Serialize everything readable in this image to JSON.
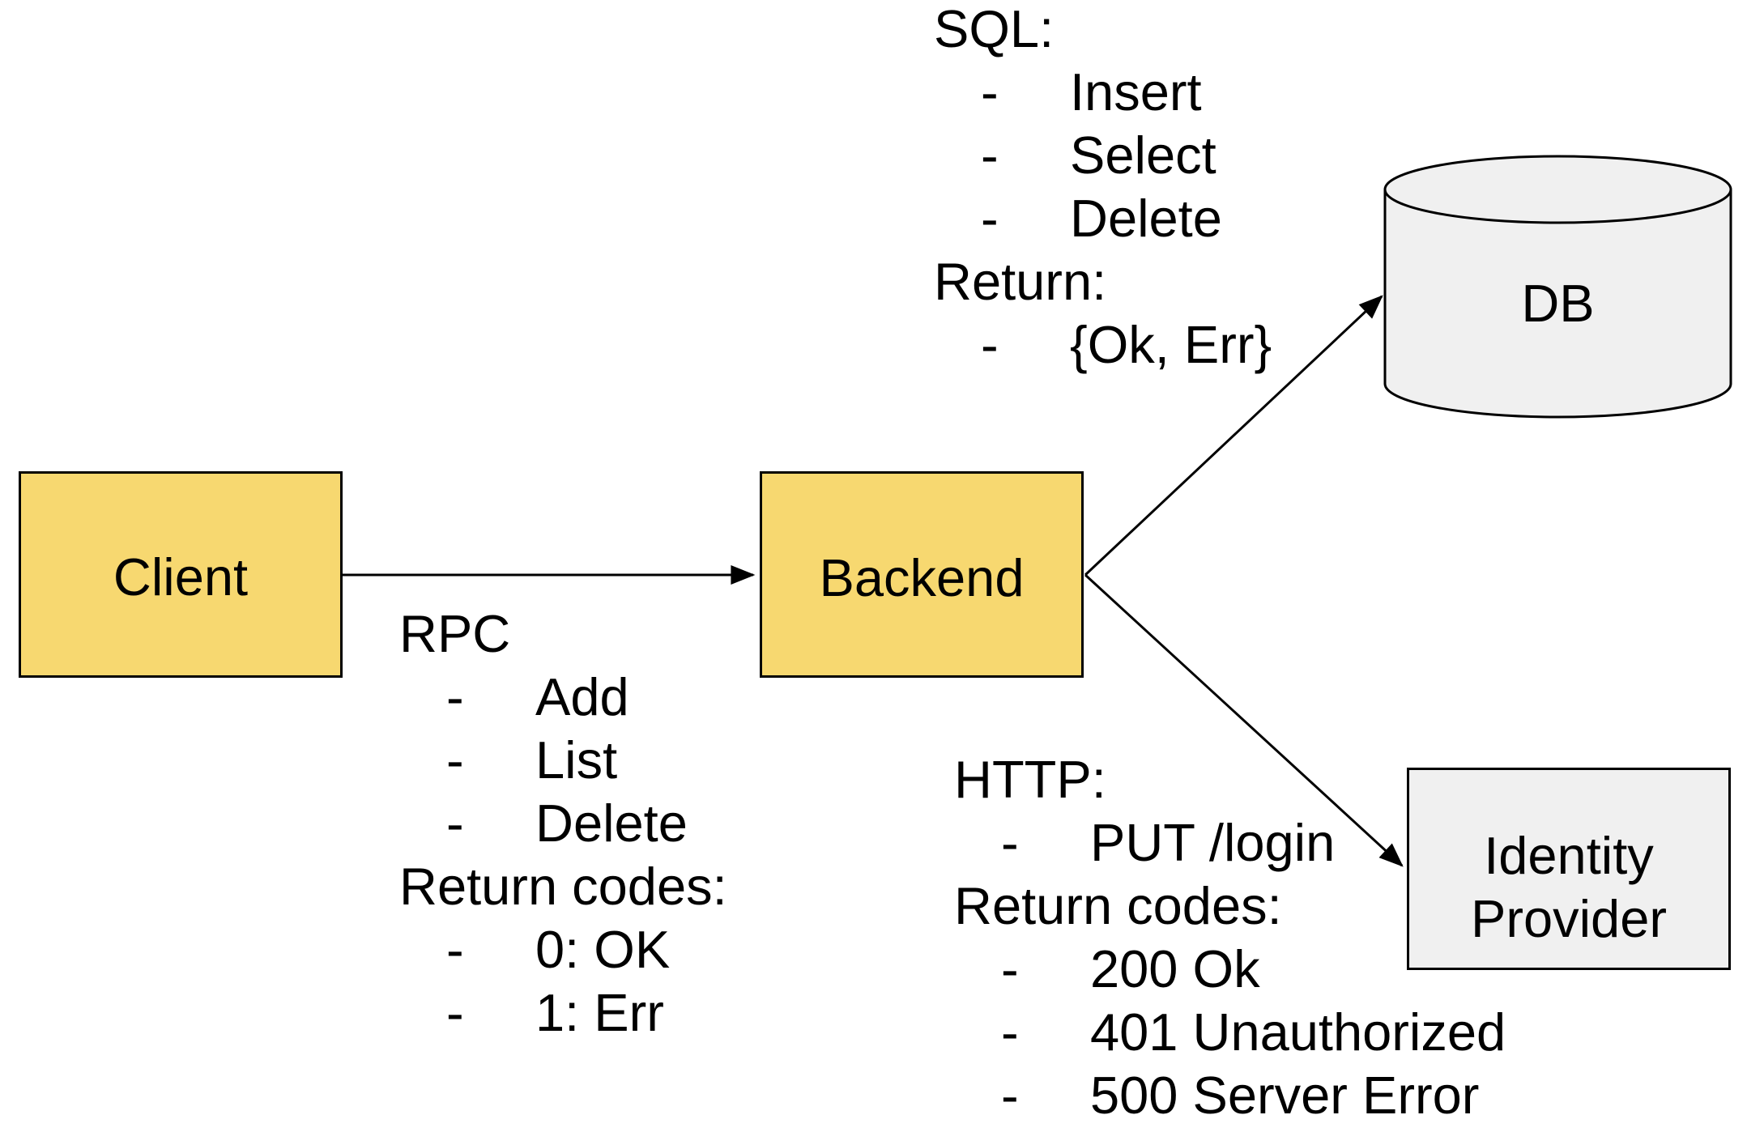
{
  "colors": {
    "background": "#ffffff",
    "node_yellow": "#F7D870",
    "node_gray": "#F0F0F0",
    "stroke": "#000000",
    "text": "#000000"
  },
  "glyphs": {
    "dash": "-"
  },
  "nodes": {
    "client": {
      "label": "Client"
    },
    "backend": {
      "label": "Backend"
    },
    "db": {
      "label": "DB"
    },
    "identity_provider": {
      "line1": "Identity",
      "line2": "Provider"
    }
  },
  "rpc_block": {
    "title": "RPC",
    "items": [
      "Add",
      "List",
      "Delete"
    ],
    "return_title": "Return codes:",
    "return_items": [
      "0: OK",
      "1: Err"
    ]
  },
  "sql_block": {
    "title": "SQL:",
    "items": [
      "Insert",
      "Select",
      "Delete"
    ],
    "return_title": "Return:",
    "return_items": [
      "{Ok, Err}"
    ]
  },
  "http_block": {
    "title": "HTTP:",
    "items": [
      "PUT /login"
    ],
    "return_title": "Return codes:",
    "return_items": [
      "200 Ok",
      "401 Unauthorized",
      "500 Server Error"
    ]
  }
}
